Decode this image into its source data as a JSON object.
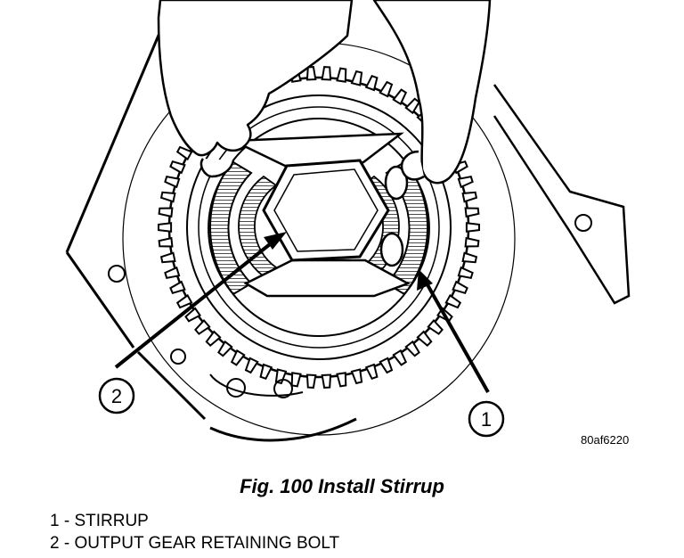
{
  "figure": {
    "code": "80af6220",
    "caption": "Fig. 100 Install Stirrup"
  },
  "callouts": [
    {
      "number": "1"
    },
    {
      "number": "2"
    }
  ],
  "legend": [
    {
      "number": "1",
      "text": "1 - STIRRUP"
    },
    {
      "number": "2",
      "text": "2 - OUTPUT GEAR RETAINING BOLT"
    }
  ]
}
